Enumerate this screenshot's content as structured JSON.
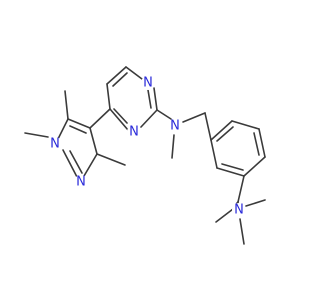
{
  "structure": {
    "atom_labels": {
      "n_pyr_methyl": "N",
      "n_pyr_eq": "N",
      "n_pym_top": "N",
      "n_pym_bottom": "N",
      "n_amine": "N",
      "n_dimethyl": "N"
    },
    "colors": {
      "nitrogen": "#2929d9",
      "bond": "#3b3b3b",
      "background": "#ffffff"
    }
  }
}
